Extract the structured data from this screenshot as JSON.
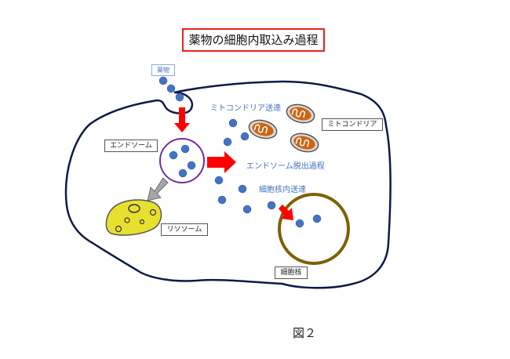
{
  "title": "薬物の細胞内取込み過程",
  "labels": {
    "drug": "薬物",
    "endosome": "エンドソーム",
    "lysosome": "リソソーム",
    "mitochondria": "ミトコンドリア",
    "nucleus": "細胞核"
  },
  "processes": {
    "mito_delivery": "ミトコンドリア送達",
    "endosome_escape": "エンドソーム脱出過程",
    "nuclear_delivery": "細胞核内送達"
  },
  "caption": "図２",
  "colors": {
    "title_border": "#e8231f",
    "drug_dot": "#4472c4",
    "arrow": "#ff0000",
    "cell": "#0e1a4a",
    "endosome": "#7030a0",
    "nucleus": "#7f6000",
    "lysosome": "#e8e030",
    "mito": "#d0640f"
  }
}
